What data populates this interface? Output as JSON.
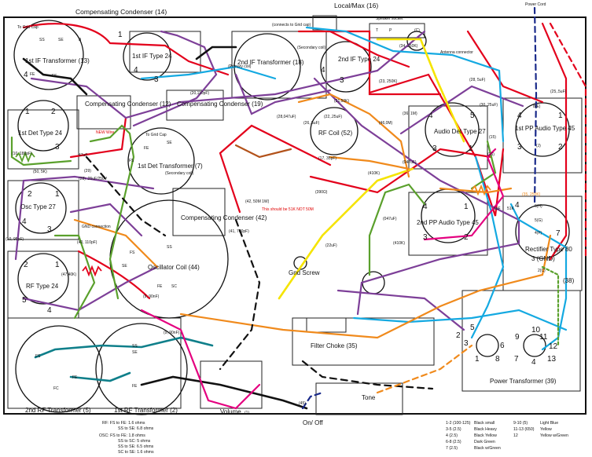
{
  "labels": {
    "compensating_condenser_14": "Compensating Condenser (14)",
    "local_max": "Local/Max (16)",
    "speaker_socket": "Speaker socket",
    "power_cord": "Power Cord",
    "to_grid_cap_1": "To Grid Cap",
    "first_if_transformer": "1st IF Transformer (13)",
    "first_if_tube": "1st IF Type 24",
    "connects_to_grid_cap": "(connects to Grid cap)",
    "secondary_coil_a": "(Secondary coil)",
    "primary_coil_a": "(Primary coil)",
    "second_if_transformer": "2nd IF Transformer (18)",
    "second_if_tube": "2nd IF Type 24",
    "antenna_connector": "Antenna connector",
    "val_34_250k": "(34, 250K)",
    "val_20_110pf": "(20,110pF)",
    "compensating_condenser_19": "Compensating Condenser (19)",
    "compensating_condenser_12": "Compensating Condenser (12)",
    "val_23_250k": "(23, 250K)",
    "val_21_50k": "(21,50K)",
    "val_28_5uf": "(28, 5uF)",
    "val_30_25uf": "(30,.25uF)",
    "val_25_5uf": "(25,.5uF)",
    "val_28_047uf": "(28,047uF)",
    "val_26_5uf": "(26,.5uF)",
    "val_36_1m": "(36, 1M)",
    "val_22_25uf": "(22,.25uF)",
    "val_46_0m": "(46,0M)",
    "rf_coil": "RF Coil (52)",
    "audio_det_tube": "Audio Det Type 27",
    "first_pp_audio": "1st PP Audio Type 45",
    "first_det_tube": "1st Det Type 24",
    "to_grid_cap_2": "To Grid Cap",
    "new_wire": "NEW Wire",
    "val_10_180pf": "(10, 180pF)",
    "val_50_5k": "(50, 5K)",
    "val_29": "(29)",
    "val_47uf": "47uF",
    "val_28_25uf_250v": "(28) .25uF/250V",
    "first_det_transformer": "1st Det Transformer (7)",
    "secondary_coil_b": "(Secondary coil)",
    "val_17_35pf": "(17, 35pF)",
    "val_047uf": "(047uF)",
    "val_410k_a": "(410K)",
    "val_390_ohm": "(390Ω)",
    "val_35_250k": "(35, 250K)",
    "osc_tube": "Osc Type 27",
    "val_42_50m_1w": "(42, 50M 1W)",
    "note_51k": "This should be 51K NOT 50M",
    "val_41_700pf": "(41, 700pF)",
    "compensating_condenser_42": "Compensating Condenser (42)",
    "second_pp_audio": "2nd PP Audio Type 45",
    "val_047uf_b": "(047uF)",
    "val_410k_b": "(410K)",
    "val_22uf": "(22uF)",
    "rectifier": "Rectifier Type 80",
    "gnd_connection": "GND connection",
    "val_40_110pf": "(40, 110pF)",
    "val_10_95pf": "(10, 95pF)",
    "val_47_40k": "(47,40K)",
    "oscillator_coil": "Oscillator Coil (44)",
    "gnd_screw": "Gnd Screw",
    "three_gnd": "3 (GND)",
    "val_38": "(38)",
    "rf_tube": "RF Type 24",
    "val_9_90nf_a": "(9, 90nF)",
    "val_9_90nf_b": "(9, 90nF)",
    "filter_choke": "Filter Choke (35)",
    "power_transformer": "Power Transformer (39)",
    "second_rf_transformer": "2nd RF Transformer (5)",
    "first_rf_transformer": "1st RF Transformer (2)",
    "volume": "Volume",
    "vol_num": "(1)",
    "tone": "Tone",
    "on_off": "On/ Off",
    "val_45": "(45)",
    "pin_ss": "SS",
    "pin_se": "SE",
    "pin_fs": "FS",
    "pin_fe": "FE",
    "pin_fc": "FC",
    "pin_sc": "SC",
    "pin_b": "B",
    "pin_p": "P",
    "pin_t": "T",
    "pin_c": "(C)",
    "pin_8e": "8(E)",
    "pin_j": "(J)",
    "pin_h": "6(H)",
    "pin_g": "5(G)",
    "pin_f": "4(F)",
    "pin_c2": "2(C)",
    "pin_a": "(A)",
    "pin_15": "(15)",
    "pin_16": "(16)",
    "pin_uf": "6uF",
    "pin_51k": "51K",
    "n1": "1",
    "n2": "2",
    "n3": "3",
    "n4": "4",
    "n5": "5",
    "n6": "6",
    "n7": "7",
    "n8": "8",
    "n9": "9",
    "n10": "10",
    "n11": "11",
    "n12": "12",
    "n13": "13",
    "n7b": "7"
  },
  "resistance_notes": {
    "rf_fs_fe": "RF: FS to FE: 1.6 ohms",
    "rf_ss_se": "SS to SE: 6.8 ohms",
    "osc_fs_fe": "OSC: FS to FE: 1.8 ohms",
    "osc_ss_sc": "SS to SC: 5 ohms",
    "osc_ss_se": "SS to SE: 6.5 ohms",
    "osc_sc_se": "SC to SE: 1.6 ohms"
  },
  "wire_key": {
    "r1c1": "1-2 (100-125)",
    "r1c2": "Black small",
    "r1c3": "9-10 (5)",
    "r1c4": "Light Blue",
    "r2c1": "3-5 (2.5)",
    "r2c2": "Black Heavy",
    "r2c3": "11-13 (650)",
    "r2c4": "Yellow",
    "r3c1": "4 (2.5)",
    "r3c2": "Black Yellow",
    "r3c3": "12",
    "r3c4": "Yellow w/Green",
    "r4c1": "6-8 (2.5)",
    "r4c2": "Dark Green",
    "r5c1": "7 (2.5)",
    "r5c2": "Black w/Green"
  },
  "colors": {
    "red": "#e3001b",
    "purple": "#7d3f98",
    "blue": "#14a9e1",
    "yellow": "#f5e400",
    "orange": "#f08a1c",
    "green": "#5aa02c",
    "black": "#111111",
    "teal": "#0f7f8a",
    "magenta": "#e4007f",
    "navy": "#1a2a8a",
    "brown": "#b2521a"
  }
}
